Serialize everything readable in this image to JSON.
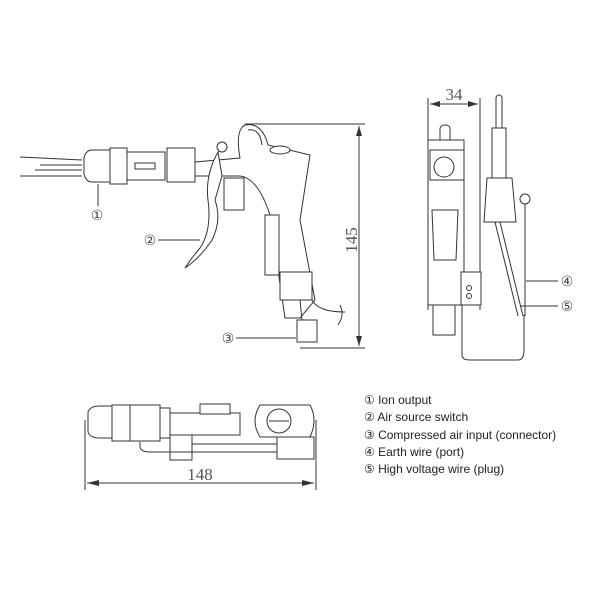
{
  "dimensions": {
    "height": "145",
    "width": "34",
    "length": "148"
  },
  "callouts": [
    "①",
    "②",
    "③",
    "④",
    "⑤"
  ],
  "legend": [
    "① Ion output",
    "② Air source switch",
    "③ Compressed air input (connector)",
    "④ Earth wire (port)",
    "⑤ High voltage wire (plug)"
  ]
}
